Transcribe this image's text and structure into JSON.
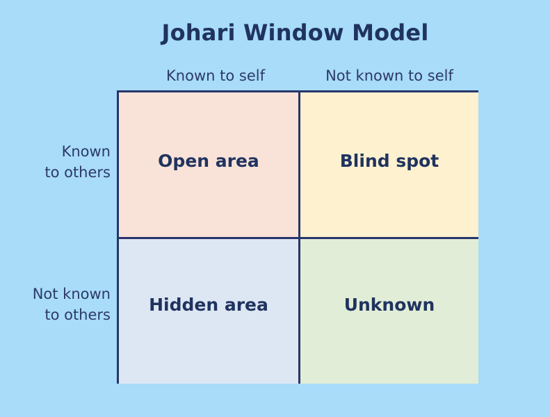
{
  "title": "Johari Window Model",
  "columns": {
    "known": "Known to self",
    "not_known": "Not known to self"
  },
  "rows": {
    "known": {
      "line1": "Known",
      "line2": "to others"
    },
    "not_known": {
      "line1": "Not known",
      "line2": "to others"
    }
  },
  "quadrants": {
    "open": "Open area",
    "blind": "Blind spot",
    "hidden": "Hidden area",
    "unknown": "Unknown"
  },
  "colors": {
    "background": "#a8dcf9",
    "border": "#27356a",
    "text": "#20335f",
    "open": "#f9e2d8",
    "blind": "#fdf1cf",
    "hidden": "#dde7f4",
    "unknown": "#e1edd6"
  }
}
